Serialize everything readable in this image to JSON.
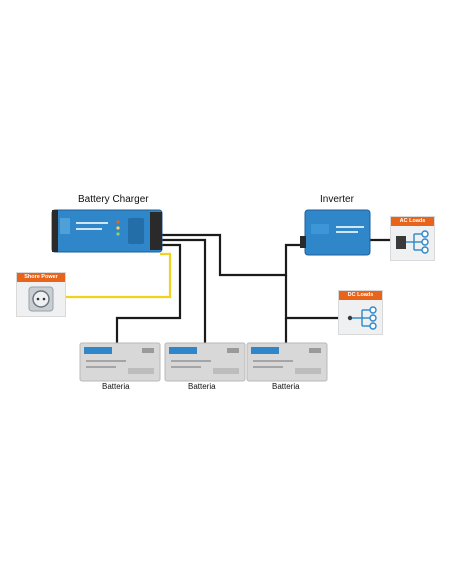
{
  "labels": {
    "battery_charger": "Battery Charger",
    "inverter": "Inverter",
    "ac_loads": "AC Loads",
    "dc_loads": "DC Loads",
    "shore_power": "Shore Power",
    "batteries": [
      "Batteria",
      "Batteria",
      "Batteria"
    ]
  },
  "colors": {
    "device_blue": "#2f86c8",
    "device_blue_dark": "#1f5f99",
    "panel_orange": "#e8641b",
    "ac_wire": "#f2d21b",
    "dc_wire": "#1b1b1b",
    "battery_grey": "#d8d8d8"
  },
  "icons": {
    "shore_power": "power-socket-icon",
    "ac_loads": "ac-load-icon",
    "dc_loads": "dc-load-icon",
    "battery": "battery-icon"
  }
}
